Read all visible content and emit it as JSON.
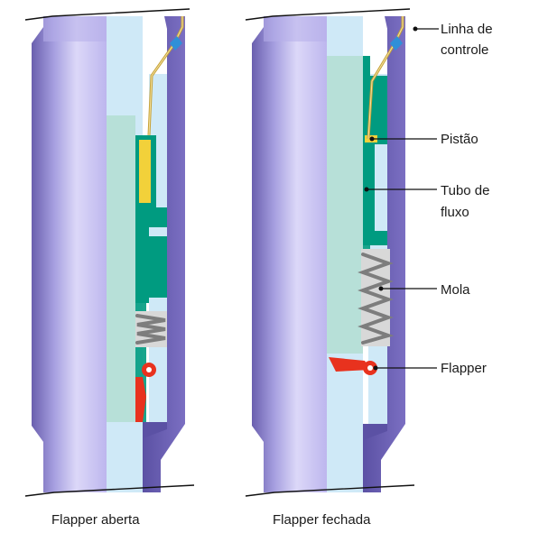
{
  "diagram": {
    "left_tool": {
      "caption": "Flapper aberta"
    },
    "right_tool": {
      "caption": "Flapper fechada"
    },
    "labels": {
      "control_line_1": "Linha de",
      "control_line_2": "controle",
      "piston": "Pistão",
      "flow_tube_1": "Tubo de",
      "flow_tube_2": "fluxo",
      "spring": "Mola",
      "flapper": "Flapper"
    },
    "colors": {
      "housing": "#7b6fb5",
      "housing_light": "#c9c4ee",
      "bore": "#cfe9f7",
      "flow_tube": "#009b80",
      "flow_tube_inner": "#b7e0d8",
      "piston": "#f2d13a",
      "spring": "#8d8d8d",
      "flapper": "#e8321e",
      "control_line": "#c8a237"
    }
  }
}
